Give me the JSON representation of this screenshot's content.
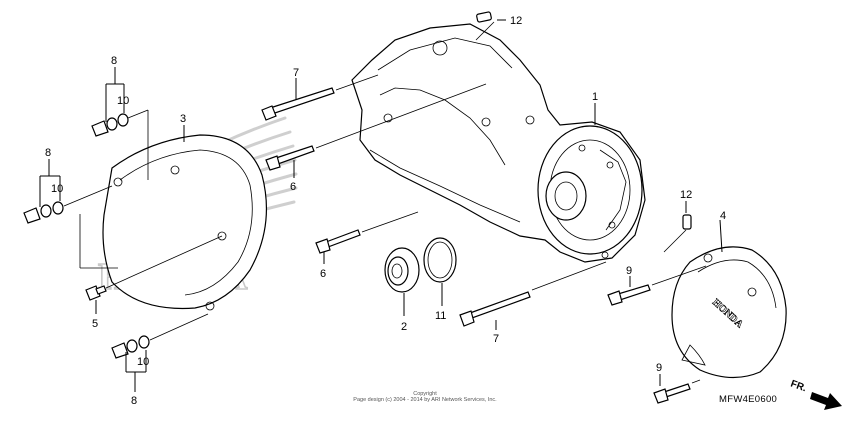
{
  "callouts": {
    "c1": "1",
    "c2": "2",
    "c3": "3",
    "c4": "4",
    "c5": "5",
    "c6a": "6",
    "c6b": "6",
    "c7a": "7",
    "c7b": "7",
    "c8a": "8",
    "c8b": "8",
    "c8c": "8",
    "c9a": "9",
    "c9b": "9",
    "c10a": "10",
    "c10b": "10",
    "c10c": "10",
    "c11": "11",
    "c12a": "12",
    "c12b": "12"
  },
  "watermark": "HONDA",
  "cover_logo": "HONDA",
  "copyright_line1": "Copyright",
  "copyright_line2": "Page design (c) 2004 - 2014 by ARI Network Services, Inc.",
  "diagram_code": "MFW4E0600",
  "direction_label": "FR."
}
